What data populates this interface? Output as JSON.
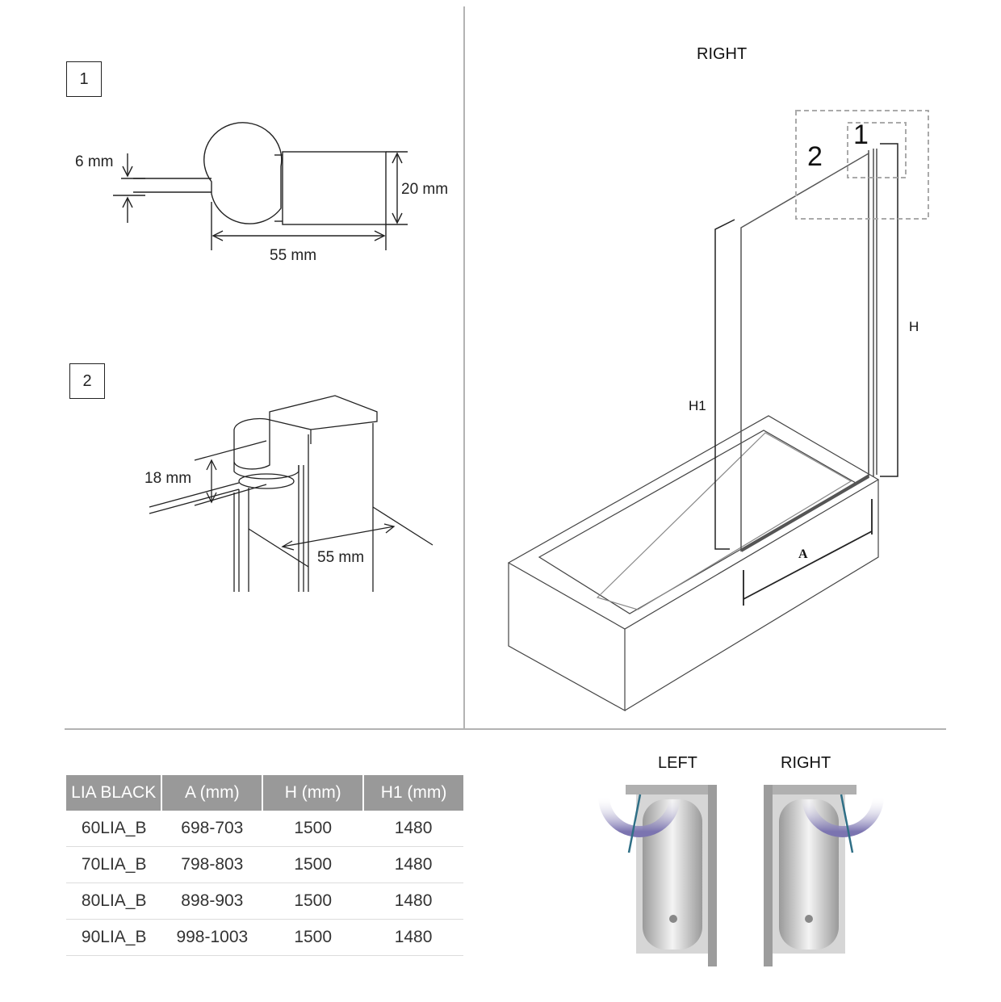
{
  "detail1": {
    "label": "1",
    "dim_glass": "6 mm",
    "dim_height": "20 mm",
    "dim_length": "55 mm"
  },
  "detail2": {
    "label": "2",
    "dim_height": "18 mm",
    "dim_length": "55 mm"
  },
  "main_view": {
    "title": "RIGHT",
    "callout_1": "1",
    "callout_2": "2",
    "label_h": "H",
    "label_h1": "H1",
    "label_a": "A"
  },
  "table": {
    "headers": [
      "LIA BLACK",
      "A (mm)",
      "H (mm)",
      "H1 (mm)"
    ],
    "rows": [
      [
        "60LIA_B",
        "698-703",
        "1500",
        "1480"
      ],
      [
        "70LIA_B",
        "798-803",
        "1500",
        "1480"
      ],
      [
        "80LIA_B",
        "898-903",
        "1500",
        "1480"
      ],
      [
        "90LIA_B",
        "998-1003",
        "1500",
        "1480"
      ]
    ]
  },
  "orientation": {
    "left_label": "LEFT",
    "right_label": "RIGHT"
  },
  "colors": {
    "line": "#222222",
    "table_header": "#999999",
    "swing_arc": "#8a84b8",
    "glass_edge": "#2f6f86"
  }
}
